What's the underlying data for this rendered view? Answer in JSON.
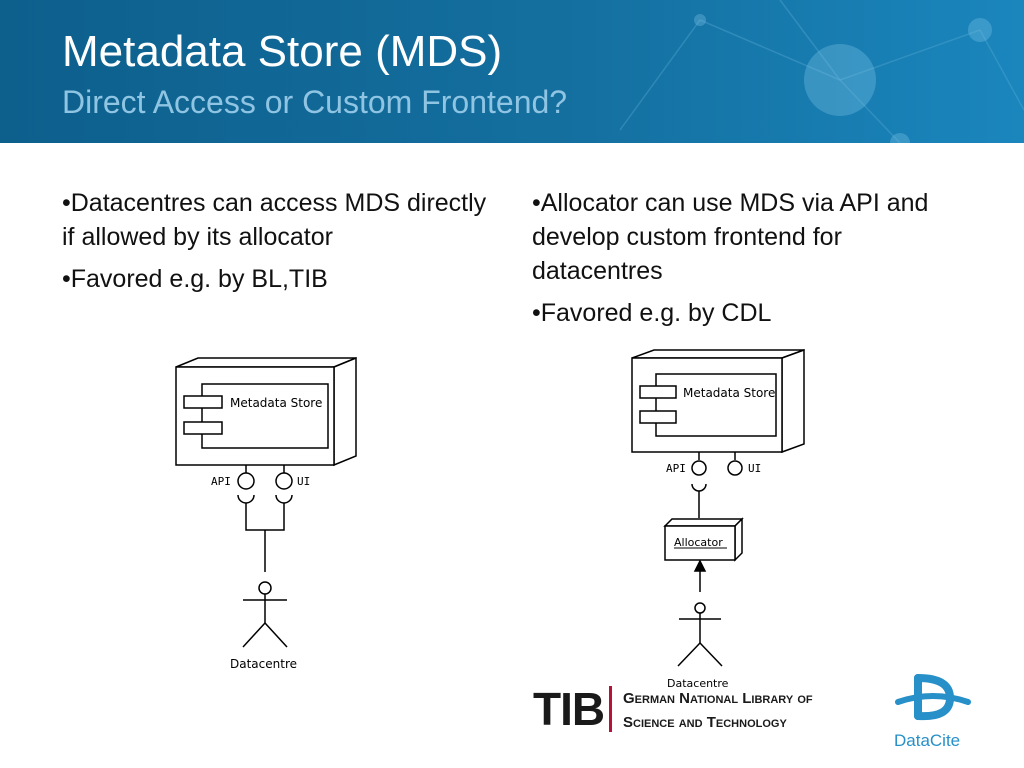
{
  "slide": {
    "title": "Metadata Store (MDS)",
    "subtitle": "Direct Access or Custom Frontend?"
  },
  "left_column": {
    "bullets": [
      "•Datacentres can access MDS directly if allowed by its allocator",
      "•Favored e.g. by BL,TIB"
    ]
  },
  "right_column": {
    "bullets": [
      "•Allocator can use MDS via API and develop custom frontend for datacentres",
      "•Favored e.g. by CDL"
    ]
  },
  "diagram_left": {
    "component": "Metadata Store",
    "port_api": "API",
    "port_ui": "UI",
    "actor": "Datacentre"
  },
  "diagram_right": {
    "component": "Metadata Store",
    "port_api": "API",
    "port_ui": "UI",
    "intermediary": "Allocator",
    "actor": "Datacentre"
  },
  "footer": {
    "tib_mark": "TIB",
    "tib_line1": "German National Library of",
    "tib_line2": "Science and Technology",
    "datacite_name": "DataCite",
    "tib_color": "#1a1a1a",
    "tib_divider_color": "#b3123b",
    "datacite_color": "#2790c8"
  }
}
